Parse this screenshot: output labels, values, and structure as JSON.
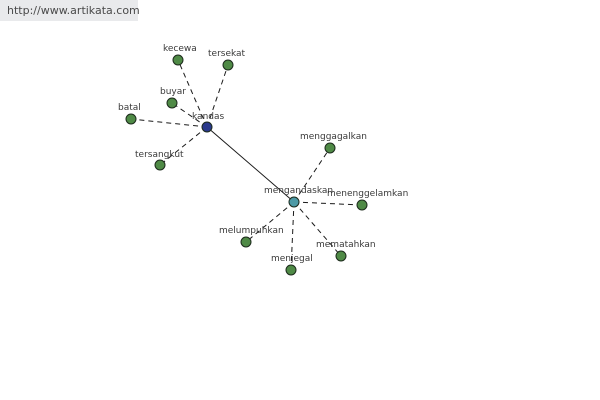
{
  "source_url": "http://www.artikata.com",
  "colors": {
    "leaf": "#4f8a46",
    "hub_primary": "#2a3a8c",
    "hub_secondary": "#4d9aa6",
    "edge": "#1a1a1a"
  },
  "diagram": {
    "nodes": [
      {
        "id": "kandas",
        "label": "kandas",
        "kind": "hub_primary"
      },
      {
        "id": "mengandaskan",
        "label": "mengandaskan",
        "kind": "hub_secondary"
      },
      {
        "id": "kecewa",
        "label": "kecewa",
        "kind": "leaf"
      },
      {
        "id": "tersekat",
        "label": "tersekat",
        "kind": "leaf"
      },
      {
        "id": "buyar",
        "label": "buyar",
        "kind": "leaf"
      },
      {
        "id": "batal",
        "label": "batal",
        "kind": "leaf"
      },
      {
        "id": "tersangkut",
        "label": "tersangkut",
        "kind": "leaf"
      },
      {
        "id": "menggagalkan",
        "label": "menggagalkan",
        "kind": "leaf"
      },
      {
        "id": "menenggelamkan",
        "label": "menenggelamkan",
        "kind": "leaf"
      },
      {
        "id": "mematahkan",
        "label": "mematahkan",
        "kind": "leaf"
      },
      {
        "id": "menjegal",
        "label": "menjegal",
        "kind": "leaf"
      },
      {
        "id": "melumpuhkan",
        "label": "melumpuhkan",
        "kind": "leaf"
      }
    ],
    "edges": [
      {
        "from": "kandas",
        "to": "mengandaskan",
        "style": "solid"
      },
      {
        "from": "kandas",
        "to": "kecewa",
        "style": "dashed"
      },
      {
        "from": "kandas",
        "to": "tersekat",
        "style": "dashed"
      },
      {
        "from": "kandas",
        "to": "buyar",
        "style": "dashed"
      },
      {
        "from": "kandas",
        "to": "batal",
        "style": "dashed"
      },
      {
        "from": "kandas",
        "to": "tersangkut",
        "style": "dashed"
      },
      {
        "from": "mengandaskan",
        "to": "menggagalkan",
        "style": "dashed"
      },
      {
        "from": "mengandaskan",
        "to": "menenggelamkan",
        "style": "dashed"
      },
      {
        "from": "mengandaskan",
        "to": "mematahkan",
        "style": "dashed"
      },
      {
        "from": "mengandaskan",
        "to": "menjegal",
        "style": "dashed"
      },
      {
        "from": "mengandaskan",
        "to": "melumpuhkan",
        "style": "dashed"
      }
    ]
  }
}
